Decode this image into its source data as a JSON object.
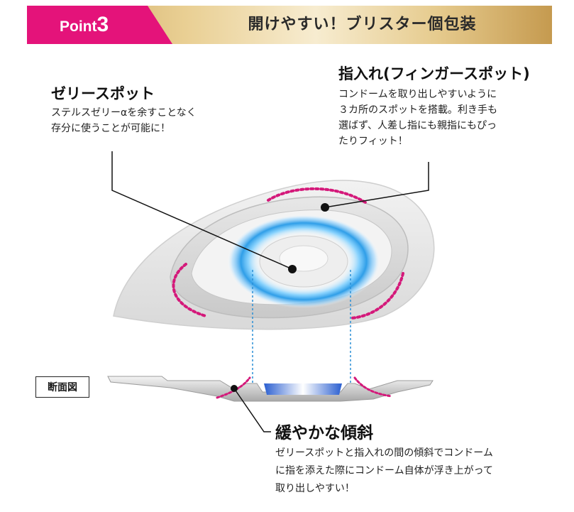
{
  "banner": {
    "point_word": "Point",
    "point_number": "3",
    "title": "開けやすい！ブリスター個包装",
    "colors": {
      "pink": "#e4137a",
      "gold": "#e9cf93"
    }
  },
  "jelly_spot": {
    "heading": "ゼリースポット",
    "description": "ステルスゼリーαを余すことなく\n存分に使うことが可能に！"
  },
  "finger_spot": {
    "heading": "指入れ(フィンガースポット)",
    "description": "コンドームを取り出しやすいように\n３カ所のスポットを搭載。利き手も\n選ばず、人差し指にも親指にもぴっ\nたりフィット！"
  },
  "cross_section": {
    "label": "断面図"
  },
  "gentle_slope": {
    "heading": "緩やかな傾斜",
    "description": "ゼリースポットと指入れの間の傾斜でコンドーム\nに指を添えた際にコンドーム自体が浮き上がって\n取り出しやすい！"
  },
  "accent_colors": {
    "dotted_outline": "#d4197a",
    "glow_ring": "#3aa8e8",
    "guide_line": "#2a8fd6"
  }
}
